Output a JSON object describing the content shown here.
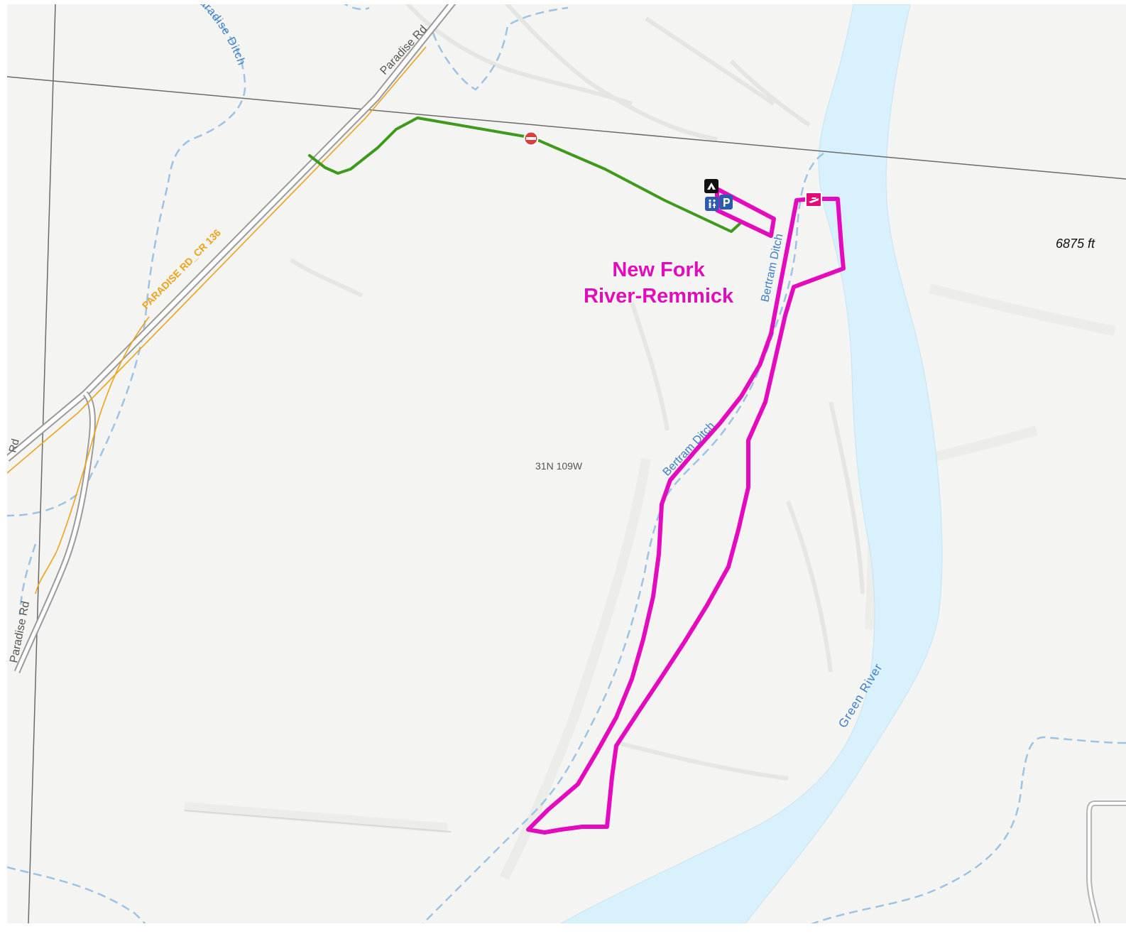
{
  "map": {
    "area_label_line1": "New Fork",
    "area_label_line2": "River-Remmick",
    "elevation_label": "6875 ft",
    "township_label": "31N 109W",
    "roads": {
      "paradise_rd_north": "Paradise Rd",
      "paradise_rd_cr136": "PARADISE RD_CR 136",
      "paradise_rd_south": "Paradise Rd",
      "rd_edge": "Rd"
    },
    "waterways": {
      "paradise_ditch": "Paradise Ditch",
      "bertram_ditch_north": "Bertram Ditch",
      "bertram_ditch_south": "Bertram Ditch",
      "green_river": "Green River"
    },
    "icons": [
      "camping-icon",
      "restroom-icon",
      "parking-icon",
      "boat-ramp-icon",
      "no-entry-icon"
    ],
    "colors": {
      "area_boundary": "#e30bbd",
      "access_route": "#3f9a1c",
      "river": "#d9f1fc",
      "ditch": "#9cc3e6",
      "county_road": "#f0a21a",
      "land": "#f4f4f2"
    }
  }
}
